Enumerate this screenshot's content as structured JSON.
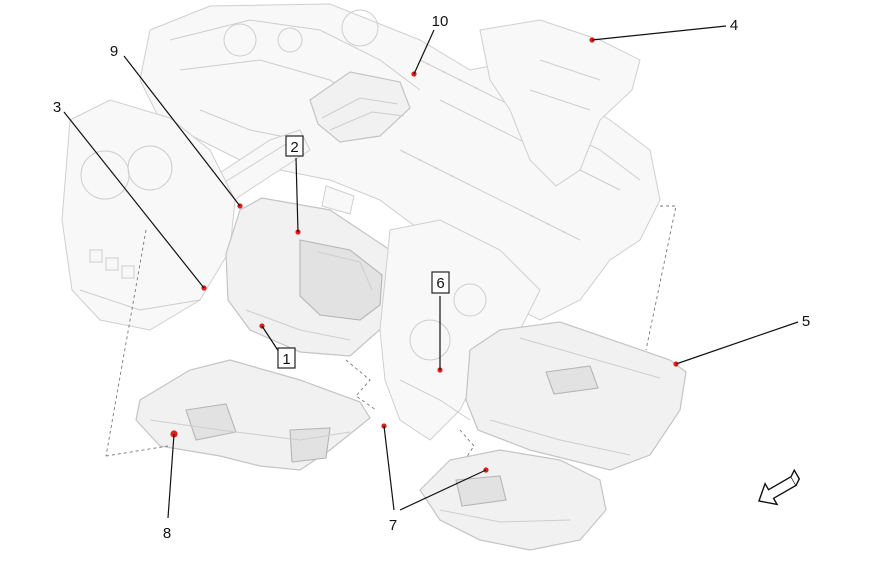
{
  "callouts": [
    {
      "id": "1",
      "label": "1",
      "boxed": true
    },
    {
      "id": "2",
      "label": "2",
      "boxed": true
    },
    {
      "id": "3",
      "label": "3",
      "boxed": false
    },
    {
      "id": "4",
      "label": "4",
      "boxed": false
    },
    {
      "id": "5",
      "label": "5",
      "boxed": false
    },
    {
      "id": "6",
      "label": "6",
      "boxed": true
    },
    {
      "id": "7",
      "label": "7",
      "boxed": false
    },
    {
      "id": "8",
      "label": "8",
      "boxed": false
    },
    {
      "id": "9",
      "label": "9",
      "boxed": false
    },
    {
      "id": "10",
      "label": "10",
      "boxed": false
    }
  ],
  "colors": {
    "marker": "#e0201c",
    "leader": "#111111",
    "part_fill": "#f1f1f1",
    "part_stroke": "#c4c4c4"
  },
  "icons": {
    "direction": "forward-direction-arrow-icon"
  }
}
